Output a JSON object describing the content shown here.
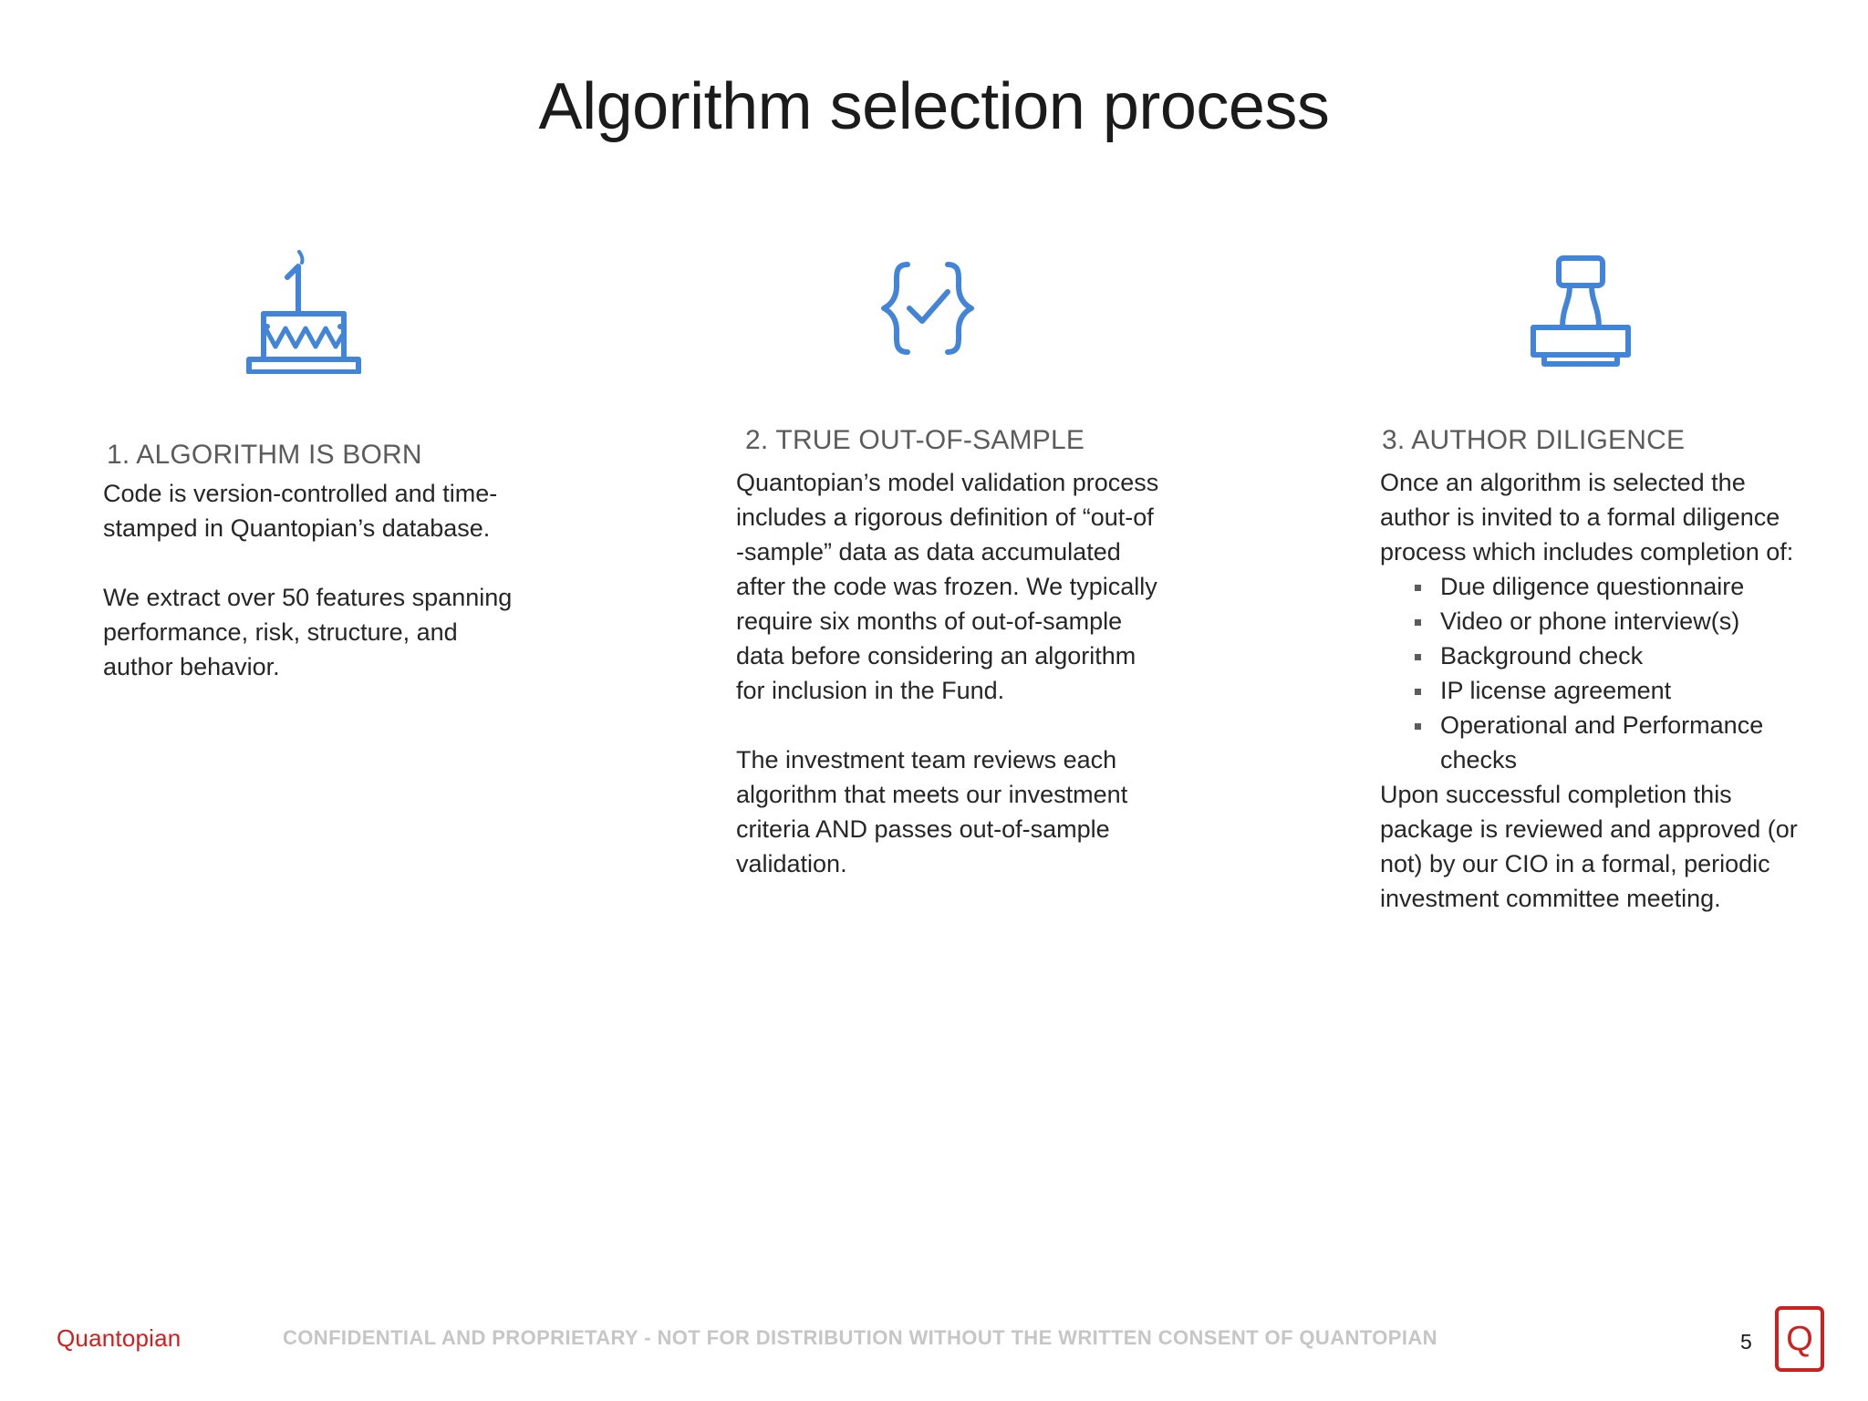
{
  "slide": {
    "title": "Algorithm selection process",
    "accent_blue": "#4285d8",
    "heading_gray": "#5b5b5b",
    "body_black": "#262626",
    "brand_red": "#cf2020"
  },
  "columns": [
    {
      "icon": "birthday-cake-icon",
      "heading": "1. ALGORITHM IS BORN",
      "paragraphs": [
        "Code is version-controlled and time-stamped in Quantopian’s database.",
        "We extract over 50 features spanning performance, risk, structure, and author behavior."
      ],
      "bullets": [],
      "closing": ""
    },
    {
      "icon": "code-braces-check-icon",
      "heading": "2. TRUE OUT-OF-SAMPLE",
      "paragraphs": [
        "Quantopian’s model validation process includes a rigorous definition of “out-of -sample” data as data accumulated after the code was frozen. We typically require six months of out-of-sample data before considering an algorithm for inclusion in the Fund.",
        "The investment team reviews each algorithm that meets our investment criteria AND passes out-of-sample validation."
      ],
      "bullets": [],
      "closing": ""
    },
    {
      "icon": "rubber-stamp-icon",
      "heading": "3. AUTHOR DILIGENCE",
      "paragraphs": [
        "Once an algorithm is selected the author is invited to a formal diligence process which includes completion of:"
      ],
      "bullets": [
        "Due diligence questionnaire",
        "Video or phone interview(s)",
        "Background check",
        "IP license agreement",
        "Operational and Performance checks"
      ],
      "closing": "Upon successful completion this package is reviewed and approved (or not) by our CIO in a formal, periodic investment committee meeting."
    }
  ],
  "footer": {
    "logo": "Quantopian",
    "confidential": "CONFIDENTIAL AND PROPRIETARY - NOT FOR DISTRIBUTION WITHOUT THE WRITTEN CONSENT OF QUANTOPIAN",
    "page_number": "5",
    "badge_glyph": "Q"
  }
}
